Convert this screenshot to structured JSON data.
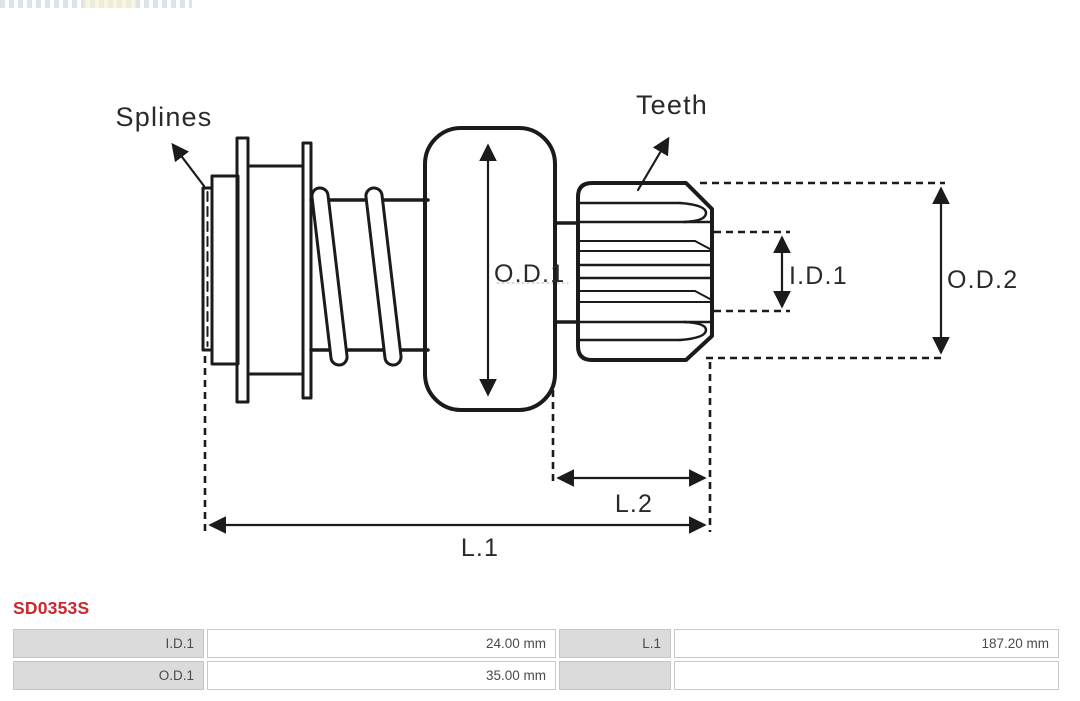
{
  "part": {
    "number": "SD0353S"
  },
  "diagram": {
    "labels": {
      "splines": "Splines",
      "teeth": "Teeth",
      "od1": "O.D.1",
      "id1": "I.D.1",
      "od2": "O.D.2",
      "l2": "L.2",
      "l1": "L.1"
    }
  },
  "colors": {
    "part_number": "#c9282d",
    "drawing_line": "#1b1b1b",
    "table_label_bg": "#dbdbdb",
    "table_border": "#c9c9c9"
  },
  "spec_table": {
    "rows": [
      {
        "c0_label": "I.D.1",
        "c1_value": "24.00 mm",
        "c2_label": "L.1",
        "c3_value": "187.20 mm"
      },
      {
        "c0_label": "O.D.1",
        "c1_value": "35.00 mm",
        "c2_label": "",
        "c3_value": ""
      }
    ]
  }
}
